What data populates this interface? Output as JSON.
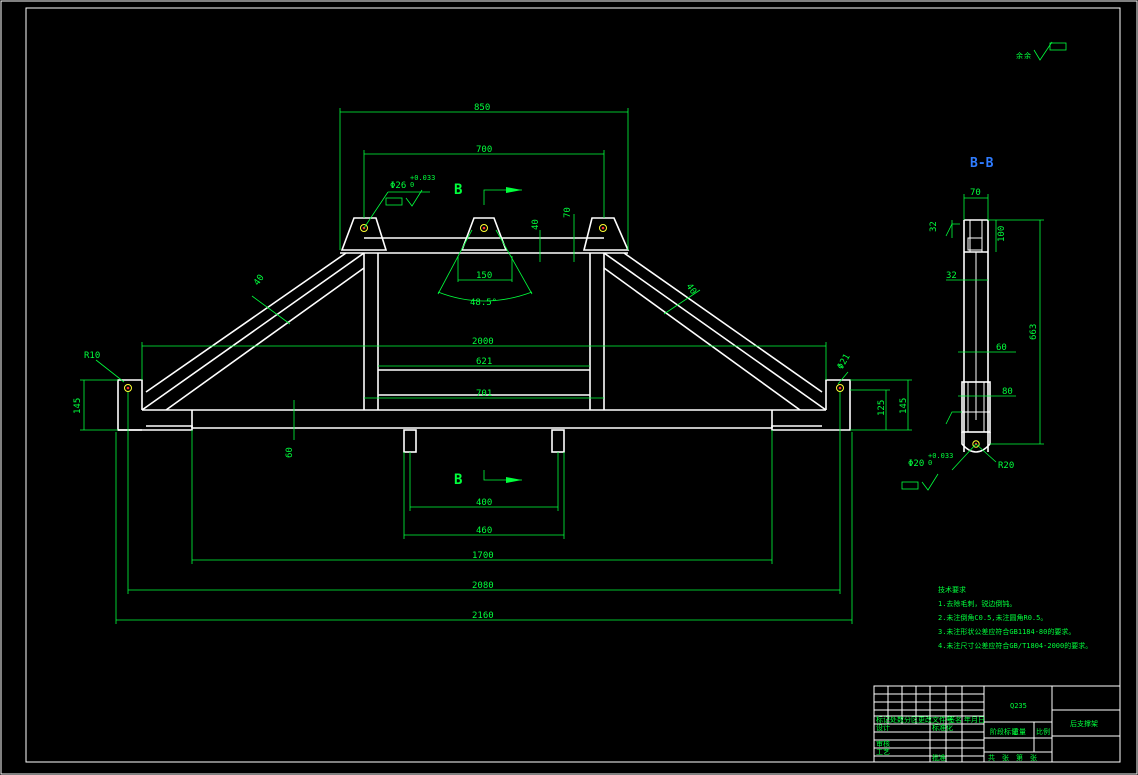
{
  "dimensions": {
    "d850": "850",
    "d700": "700",
    "d70": "70",
    "d40": "40",
    "d40a": "40",
    "d40b": "40",
    "d150": "150",
    "angle": "48.5°",
    "d2000": "2000",
    "d621": "621",
    "d701": "701",
    "r10": "R10",
    "r21": "Φ21",
    "d145l": "145",
    "d145r": "145",
    "d125": "125",
    "d60": "60",
    "d400": "400",
    "d460": "460",
    "d1700": "1700",
    "d2080": "2080",
    "d2160": "2160",
    "hole26": "Φ26",
    "hole26tol": "+0.033",
    "hole26tol2": "0"
  },
  "section_labels": {
    "b_top": "B",
    "b_bottom": "B",
    "section_title": "B-B"
  },
  "section_view": {
    "d70": "70",
    "d32a": "32",
    "d100": "100",
    "d32b": "32",
    "d663": "663",
    "d60": "60",
    "d80": "80",
    "hole20": "Φ20",
    "hole20tol": "+0.033",
    "hole20tol2": "0",
    "r20": "R20"
  },
  "tech_requirements": {
    "title": "技术要求",
    "items": [
      "1.去除毛刺，锐边倒钝。",
      "2.未注倒角C0.5,未注圆角R0.5。",
      "3.未注形状公差应符合GB1184-80的要求。",
      "4.未注尺寸公差应符合GB/T1804-2000的要求。"
    ]
  },
  "title_block": {
    "material": "Q235",
    "part_name": "后支撑架",
    "cells": [
      "标记",
      "处数",
      "分区",
      "更改文件号",
      "签名",
      "年月日",
      "设计",
      "标准化",
      "阶段标记",
      "重量",
      "比例",
      "审核",
      "工艺",
      "批准",
      "共",
      "张",
      "第",
      "张"
    ]
  }
}
